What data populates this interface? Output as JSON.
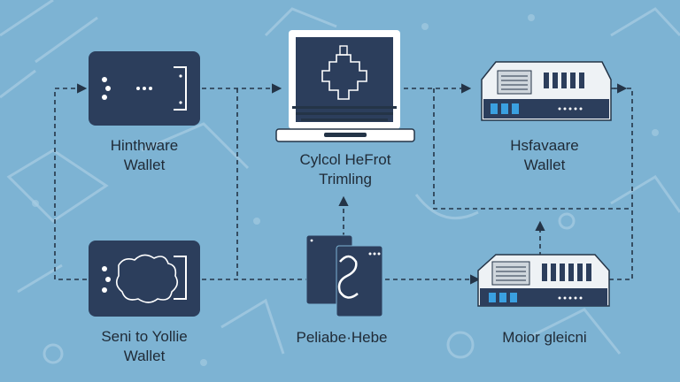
{
  "nodes": {
    "hardware_wallet": {
      "line1": "Hinthware",
      "line2": "Wallet"
    },
    "laptop": {
      "line1": "Cylcol HeFrot",
      "line2": "Trimling"
    },
    "server_top": {
      "line1": "Hsfavaare",
      "line2": "Wallet"
    },
    "wallet_bottom": {
      "line1": "Seni to Yollie",
      "line2": "Wallet"
    },
    "cards": {
      "line1": "Peliabe·Hebe"
    },
    "server_bottom": {
      "line1": "Moior gleicni"
    }
  },
  "colors": {
    "background": "#7db3d3",
    "device_navy": "#2c3e5c",
    "arrow": "#243447",
    "server_body": "#eef2f5",
    "led_blue": "#3aa0e0"
  },
  "icons": [
    "hardware-wallet-icon",
    "laptop-icon",
    "server-icon",
    "wallet-icon",
    "card-stack-icon"
  ]
}
